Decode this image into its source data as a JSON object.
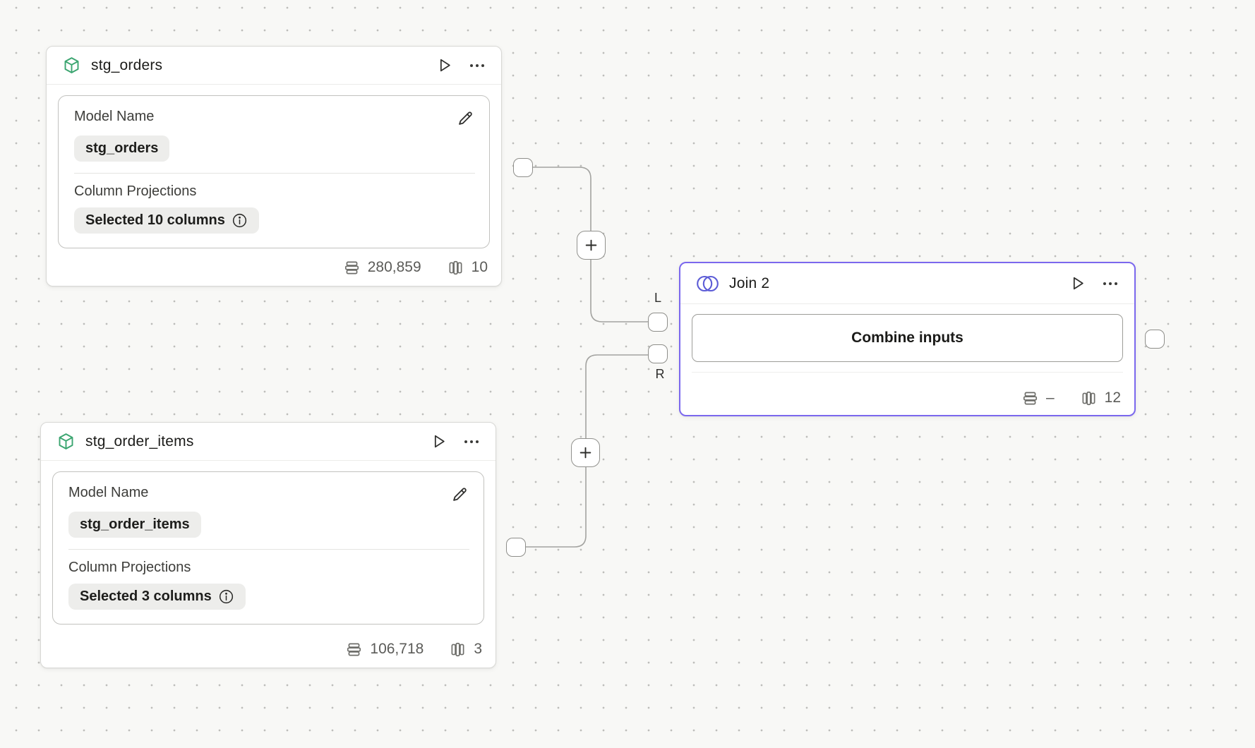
{
  "canvas": {
    "background_color": "#f8f8f6",
    "dot_color": "#bdbdba",
    "edge_color": "#a3a3a0"
  },
  "colors": {
    "model_accent": "#3ba570",
    "join_accent": "#5b5bd6",
    "selected_border": "#7b68ee",
    "chip_background": "#ededeb"
  },
  "icons": {
    "model": "cube-icon",
    "join": "venn-icon",
    "run": "play-icon",
    "menu": "ellipsis-icon",
    "edit": "pencil-icon",
    "info": "info-icon",
    "rows": "table-rows-icon",
    "columns": "table-columns-icon",
    "add": "plus-icon"
  },
  "node_stg_orders": {
    "title": "stg_orders",
    "model_name_label": "Model Name",
    "model_name_value": "stg_orders",
    "column_projections_label": "Column Projections",
    "column_projections_value": "Selected 10 columns",
    "row_count": "280,859",
    "column_count": "10"
  },
  "node_stg_order_items": {
    "title": "stg_order_items",
    "model_name_label": "Model Name",
    "model_name_value": "stg_order_items",
    "column_projections_label": "Column Projections",
    "column_projections_value": "Selected 3 columns",
    "row_count": "106,718",
    "column_count": "3"
  },
  "node_join": {
    "title": "Join 2",
    "combine_button_label": "Combine inputs",
    "row_count": "–",
    "column_count": "12",
    "left_port_label": "L",
    "right_port_label": "R"
  }
}
